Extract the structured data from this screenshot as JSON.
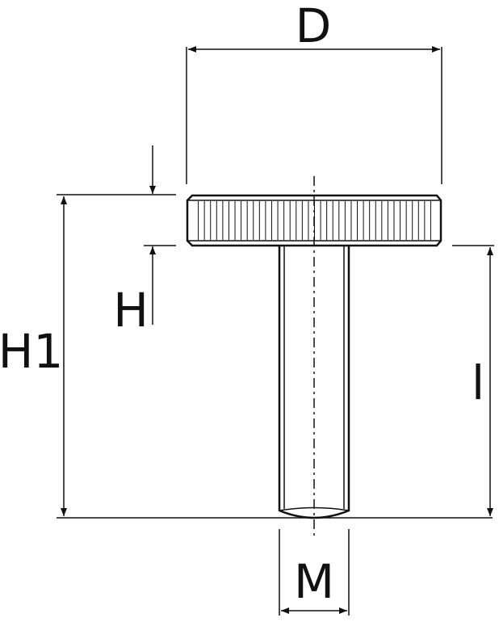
{
  "labels": {
    "D": "D",
    "H": "H",
    "H1": "H1",
    "L": "l",
    "M": "M"
  },
  "colors": {
    "line": "#111111",
    "background": "#ffffff"
  },
  "knurl": {
    "count": 40
  }
}
